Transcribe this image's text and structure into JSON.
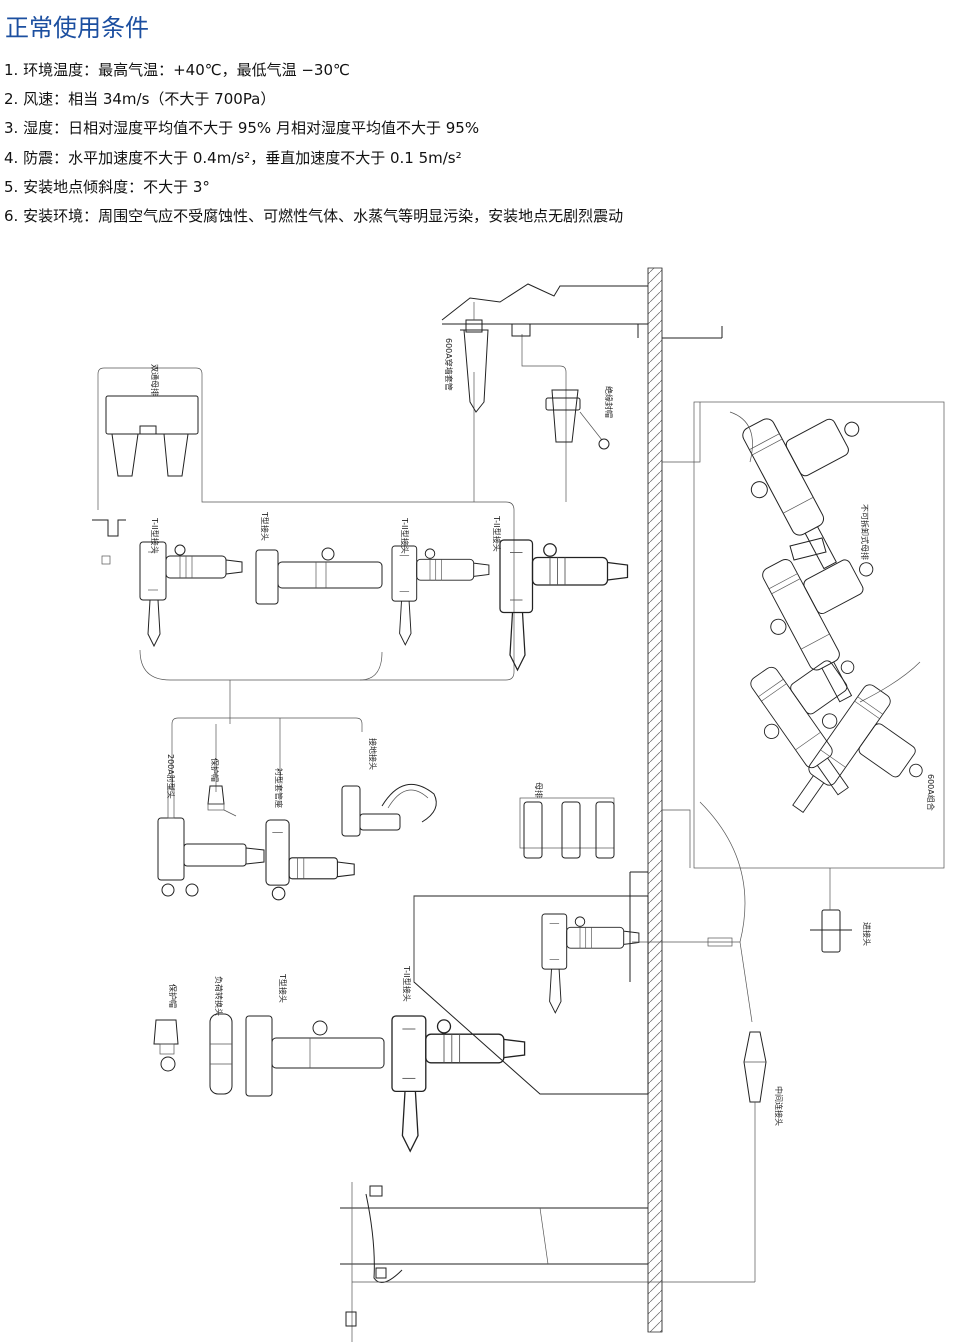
{
  "page": {
    "title": "正常使用条件",
    "conditions": [
      "1. 环境温度：最高气温：+40℃，最低气温 −30℃",
      "2. 风速：相当 34m/s（不大于 700Pa）",
      "3. 湿度：日相对湿度平均值不大于 95%  月相对湿度平均值不大于 95%",
      "4. 防震：水平加速度不大于 0.4m/s²，垂直加速度不大于 0.1 5m/s²",
      "5. 安装地点倾斜度：不大于 3°",
      "6. 安装环境：周围空气应不受腐蚀性、可燃性气体、水蒸气等明显污染，安装地点无剧烈震动"
    ]
  },
  "diagram": {
    "labels": {
      "double_busbar": "双通母排",
      "bushing_600a": "600A穿墙套管",
      "insulating_cap": "绝缘封帽",
      "ti_connector_a": "T-II型接头",
      "t_connector_a": "T型接头",
      "ti_connector_b": "T-II型接头",
      "ti_connector_c": "T-II型接头",
      "non_detachable_busbar": "不可拆卸式母排",
      "combo_600a": "600A组合",
      "elbow_200a": "200A肘型头",
      "protective_cap_a": "保护帽",
      "bushing_adapter": "衬型套管座",
      "ground_connector": "接地接头",
      "busbar": "母排",
      "through_connector": "进接头",
      "protective_cap_b": "保护帽",
      "load_surge_connector": "负荷转换头",
      "t_connector_b": "T型接头",
      "ti_connector_d": "T-II型接头",
      "middle_joint": "中间连接头"
    }
  }
}
